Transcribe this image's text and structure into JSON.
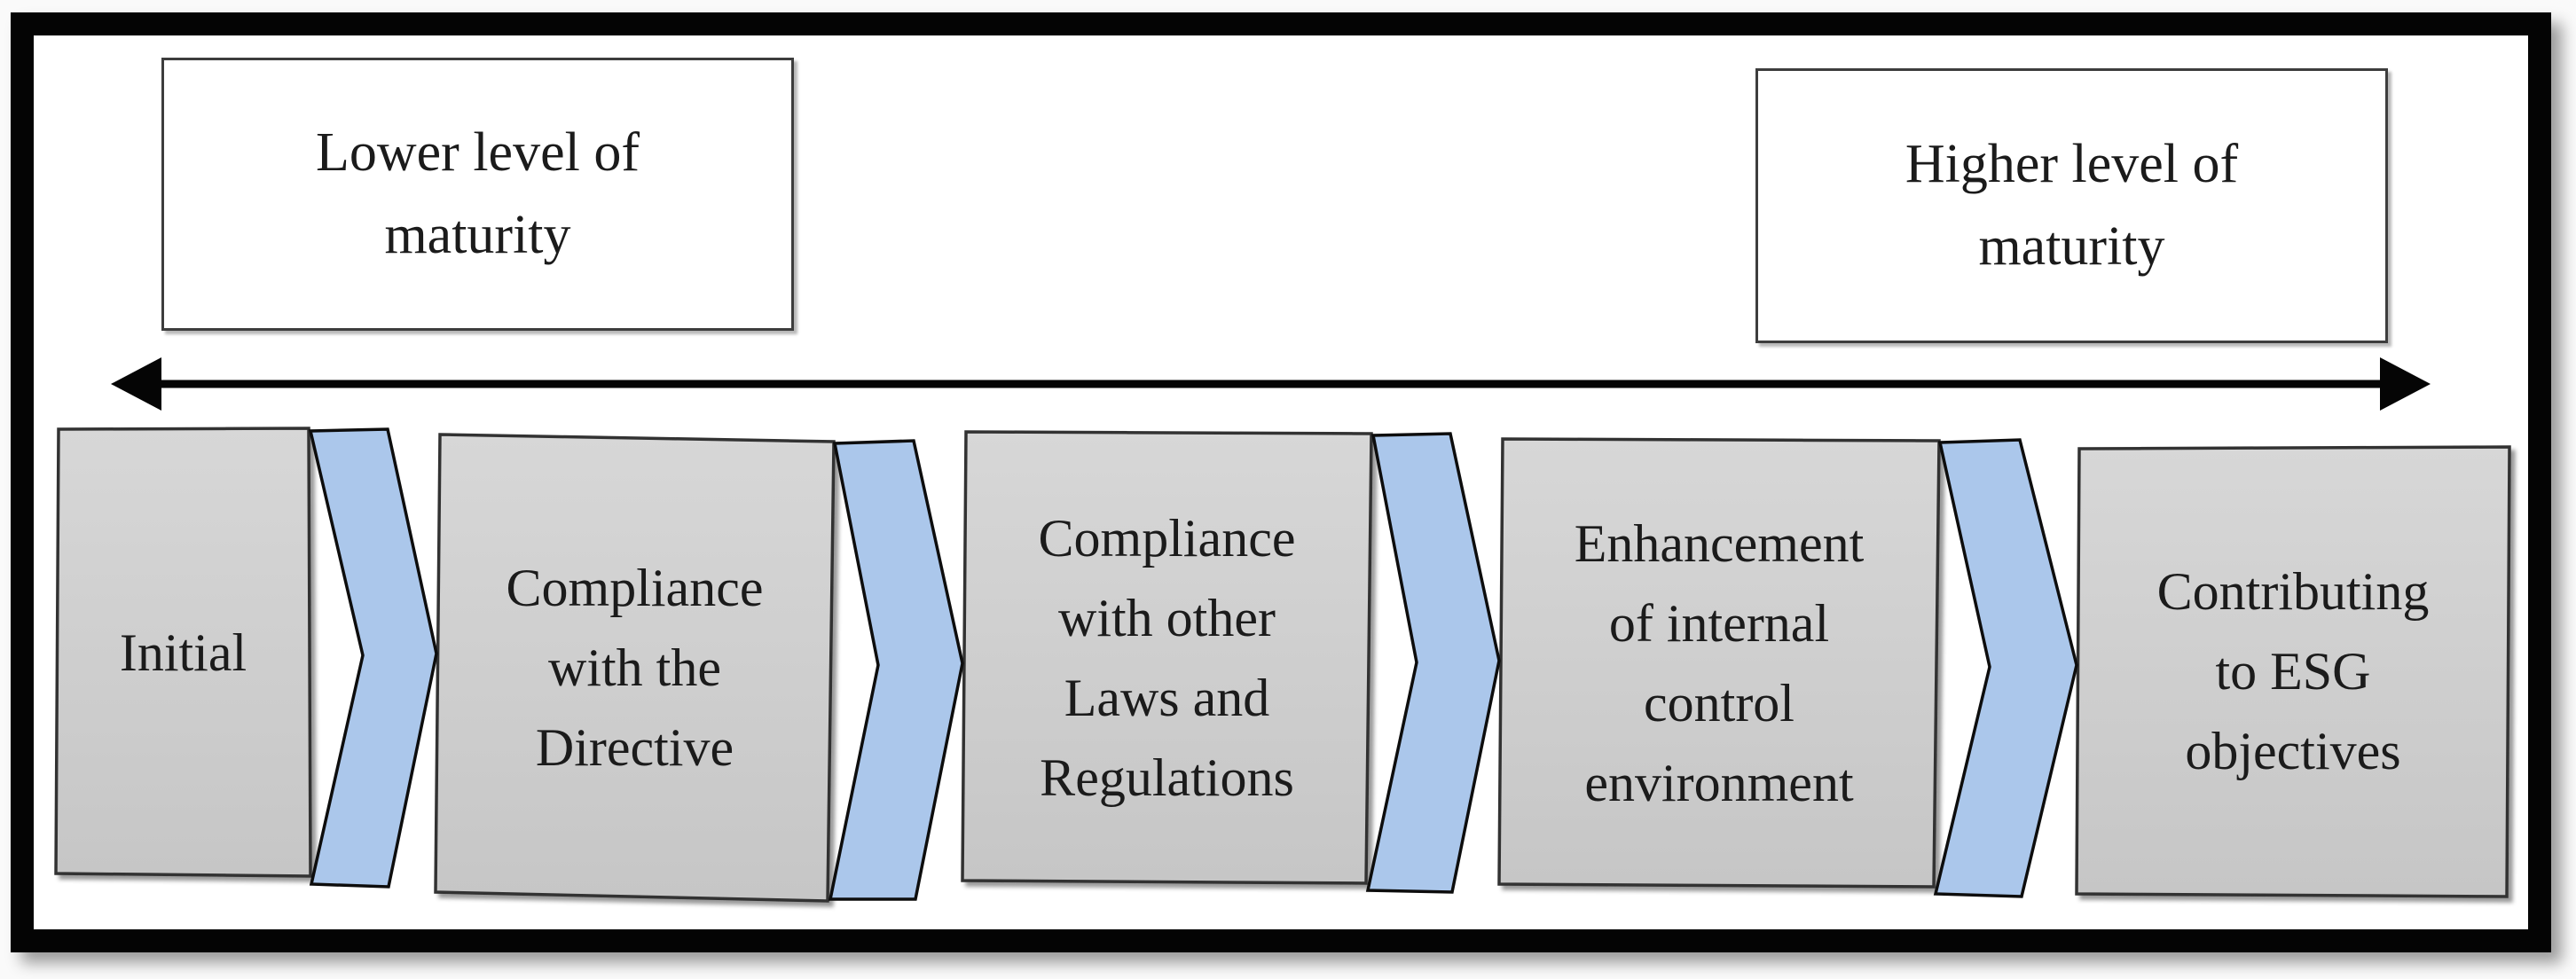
{
  "top_labels": {
    "lower": "Lower level of\nmaturity",
    "higher": "Higher level of\nmaturity"
  },
  "stages": [
    {
      "label": "Initial"
    },
    {
      "label": "Compliance\nwith the\nDirective"
    },
    {
      "label": "Compliance\nwith other\nLaws and\nRegulations"
    },
    {
      "label": "Enhancement\nof internal\ncontrol\nenvironment"
    },
    {
      "label": "Contributing\nto ESG\nobjectives"
    }
  ],
  "colors": {
    "stage_fill_top": "#d6d6d6",
    "stage_fill_bottom": "#c7c7c7",
    "stage_border": "#333333",
    "chevron_fill": "#abc7eb",
    "chevron_border": "#0d0d0d",
    "arrow": "#050505",
    "frame": "#040404",
    "label_box_border": "#3d3d3d",
    "text": "#1b1b1b"
  }
}
